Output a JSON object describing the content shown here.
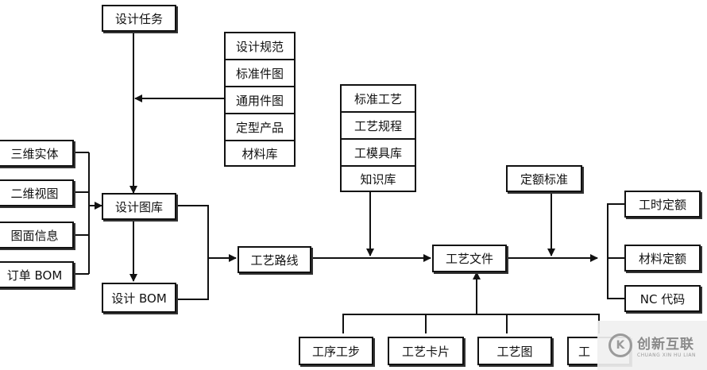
{
  "nodes": {
    "design_task": "设计任务",
    "design_spec": "设计规范",
    "standard_part_drawing": "标准件图",
    "common_part_drawing": "通用件图",
    "standard_product": "定型产品",
    "material_library": "材料库",
    "solid_3d": "三维实体",
    "view_2d": "二维视图",
    "drawing_info": "图面信息",
    "order_bom": "订单 BOM",
    "design_drawing_library": "设计图库",
    "design_bom": "设计 BOM",
    "process_route": "工艺路线",
    "standard_process": "标准工艺",
    "process_procedure": "工艺规程",
    "tooling_library": "工模具库",
    "knowledge_base": "知识库",
    "quota_standard": "定额标准",
    "process_document": "工艺文件",
    "labor_hour_quota": "工时定额",
    "material_quota": "材料定额",
    "nc_code": "NC 代码",
    "operation_step": "工序工步",
    "process_card": "工艺卡片",
    "process_diagram": "工艺图",
    "process_cut": "工"
  },
  "watermark": {
    "logo_glyph": "K",
    "name": "创新互联",
    "pinyin": "CHUANG XIN HU LIAN"
  }
}
